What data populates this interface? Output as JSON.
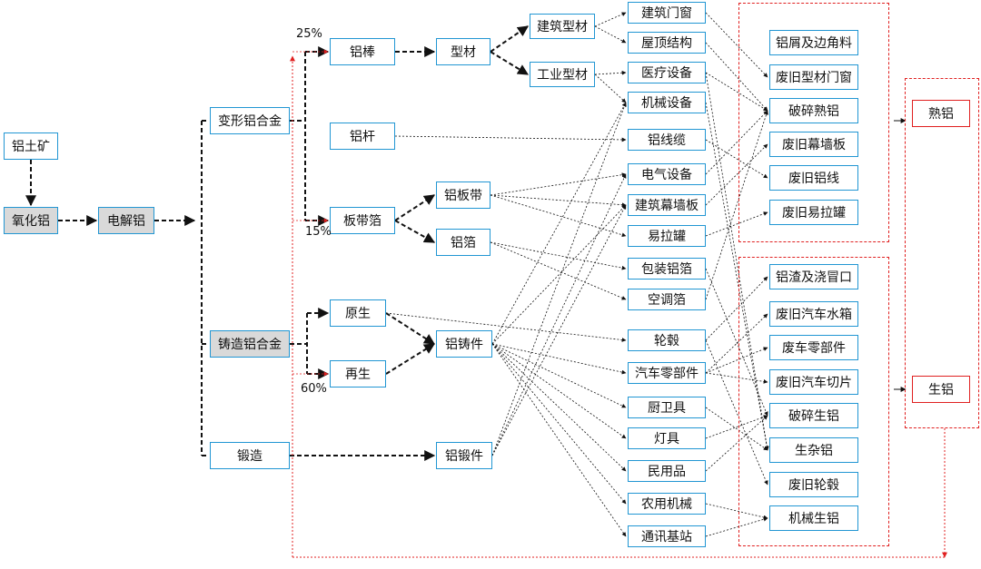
{
  "nodes": {
    "bauxite": "铝土矿",
    "alumina": "氧化铝",
    "electrolytic": "电解铝",
    "wrought_alloy": "变形铝合金",
    "cast_alloy": "铸造铝合金",
    "forging": "锻造",
    "rod": "铝棒",
    "pole": "铝杆",
    "sheet_foil": "板带箔",
    "primary": "原生",
    "recycled": "再生",
    "profile": "型材",
    "strip": "铝板带",
    "foil": "铝箔",
    "casting": "铝铸件",
    "forged_part": "铝锻件",
    "build_profile": "建筑型材",
    "ind_profile": "工业型材",
    "p_window": "建筑门窗",
    "p_roof": "屋顶结构",
    "p_medical": "医疗设备",
    "p_machine": "机械设备",
    "p_cable": "铝线缆",
    "p_electric": "电气设备",
    "p_curtain": "建筑幕墙板",
    "p_can": "易拉罐",
    "p_pack": "包装铝箔",
    "p_ac": "空调箔",
    "p_wheel": "轮毂",
    "p_auto": "汽车零部件",
    "p_kitchen": "厨卫具",
    "p_lamp": "灯具",
    "p_civil": "民用品",
    "p_farm": "农用机械",
    "p_telecom": "通讯基站",
    "s_chips": "铝屑及边角料",
    "s_window": "废旧型材门窗",
    "s_crushed_w": "破碎熟铝",
    "s_curtain": "废旧幕墙板",
    "s_wire": "废旧铝线",
    "s_can": "废旧易拉罐",
    "s_dross": "铝渣及浇冒口",
    "s_radiator": "废旧汽车水箱",
    "s_carparts": "废车零部件",
    "s_carcut": "废旧汽车切片",
    "s_crushed_c": "破碎生铝",
    "s_mixed": "生杂铝",
    "s_wheel": "废旧轮毂",
    "s_machine": "机械生铝",
    "wrought_recycled": "熟铝",
    "cast_recycled": "生铝"
  },
  "percentages": {
    "rod": "25%",
    "sheet": "15%",
    "recycled": "60%"
  },
  "colors": {
    "box_border": "#2196d3",
    "highlight_fill": "#d9d9d9",
    "recycle_red": "#e02020",
    "arrow": "#111111"
  }
}
